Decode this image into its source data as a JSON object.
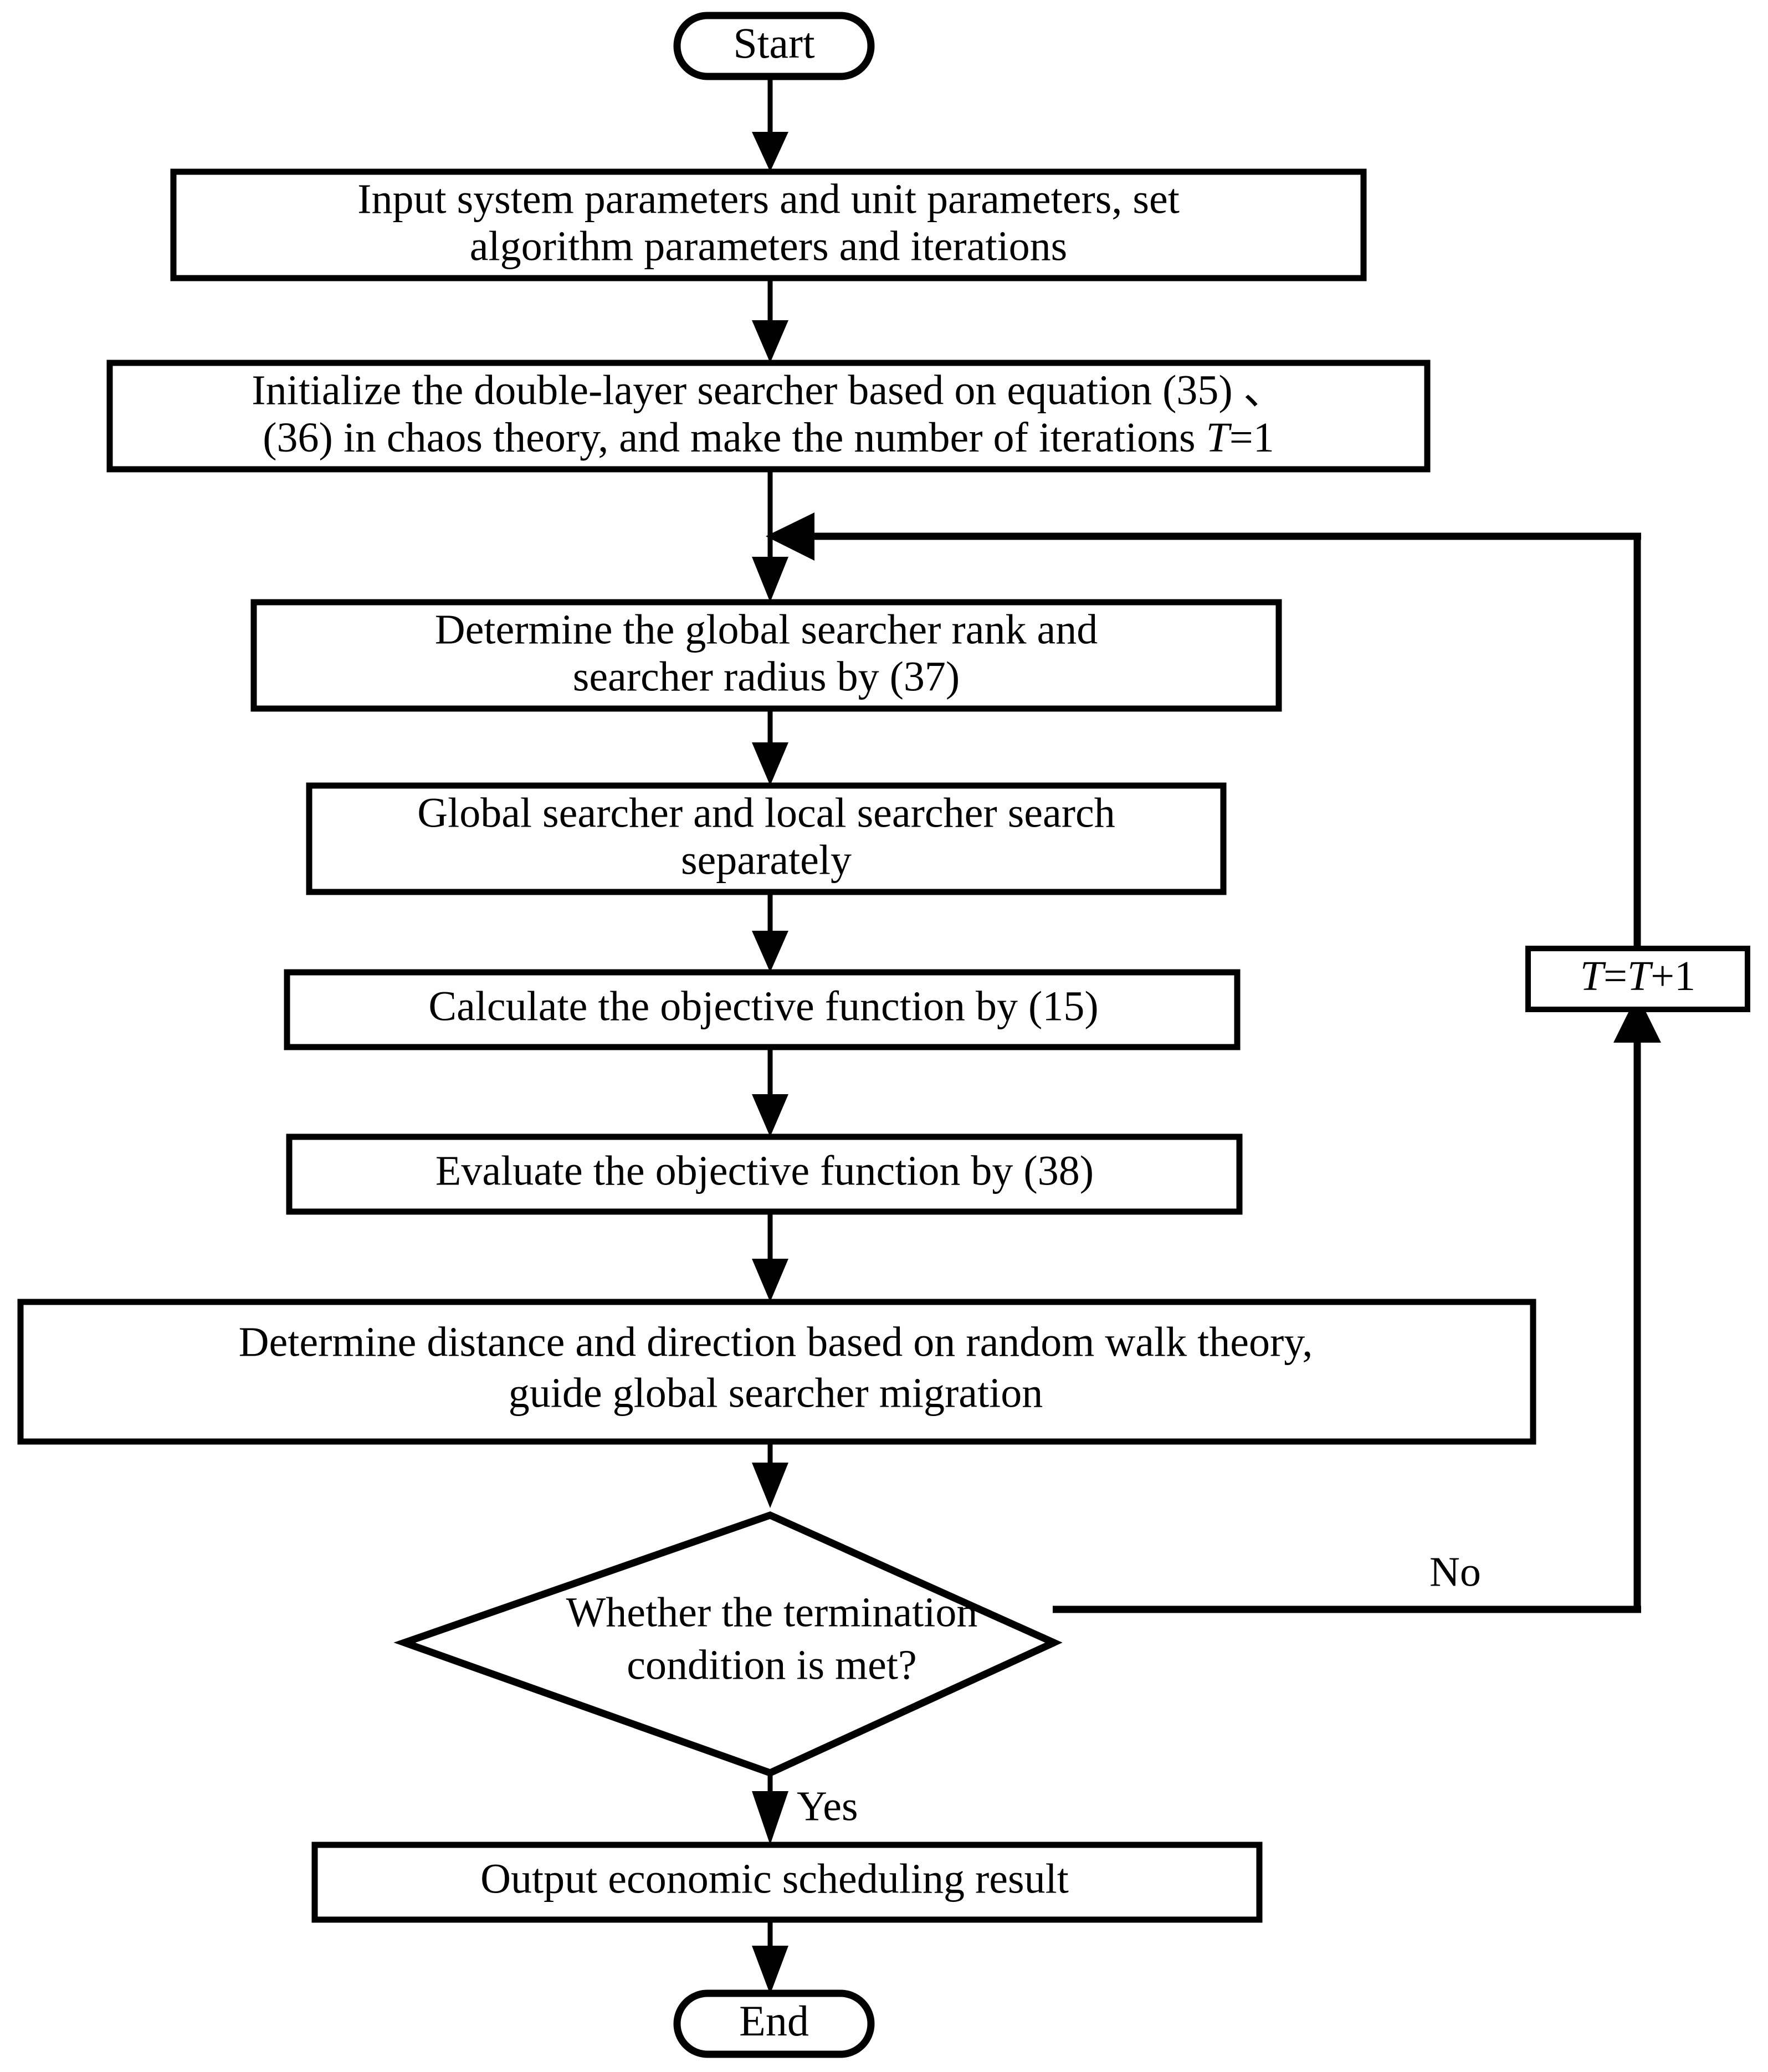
{
  "diagram": {
    "type": "flowchart",
    "title": "Double-layer searcher chaos optimization economic scheduling flowchart",
    "orientation": "top-to-bottom"
  },
  "nodes": {
    "start": {
      "shape": "terminal",
      "label": "Start"
    },
    "input_params": {
      "shape": "process",
      "line1": "Input system parameters and unit parameters, set",
      "line2": "algorithm parameters and iterations"
    },
    "initialize": {
      "shape": "process",
      "line1": "Initialize the double-layer searcher based on equation (35) 、",
      "line2_a": "(36) in chaos theory, and make the number of iterations ",
      "line2_italic": "T",
      "line2_b": "=1"
    },
    "determine_rank": {
      "shape": "process",
      "line1": "Determine the global searcher rank and",
      "line2": "searcher radius by (37)"
    },
    "searchers_search": {
      "shape": "process",
      "line1": "Global searcher and local searcher search",
      "line2": "separately"
    },
    "calculate_objective": {
      "shape": "process",
      "line1": "Calculate the objective function by (15)"
    },
    "evaluate_objective": {
      "shape": "process",
      "line1": "Evaluate the objective function by (38)"
    },
    "random_walk": {
      "shape": "process",
      "line1": "Determine distance and direction based on random walk theory,",
      "line2": "guide global searcher migration"
    },
    "termination_check": {
      "shape": "decision",
      "line1": "Whether the termination",
      "line2": "condition is met?"
    },
    "increment": {
      "shape": "process",
      "italic_a": "T",
      "eq": "=",
      "italic_b": "T",
      "plus": "+1"
    },
    "output_result": {
      "shape": "process",
      "line1": "Output economic scheduling result"
    },
    "end": {
      "shape": "terminal",
      "label": "End"
    }
  },
  "edges": {
    "no_label": "No",
    "yes_label": "Yes"
  },
  "colors": {
    "stroke": "#000000",
    "fill": "#ffffff",
    "text": "#000000"
  }
}
